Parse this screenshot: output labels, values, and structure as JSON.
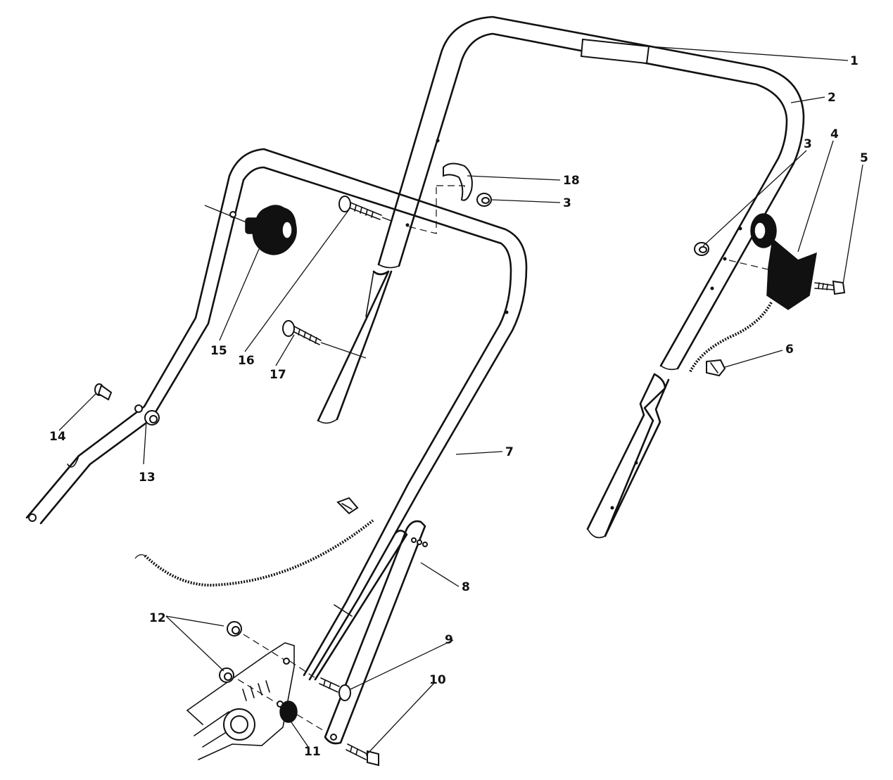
{
  "callouts": {
    "c1": "1",
    "c2": "2",
    "c3a": "3",
    "c3b": "3",
    "c4": "4",
    "c5": "5",
    "c6": "6",
    "c7": "7",
    "c8": "8",
    "c9": "9",
    "c10": "10",
    "c11": "11",
    "c12": "12",
    "c13": "13",
    "c14": "14",
    "c15": "15",
    "c16": "16",
    "c17": "17",
    "c18": "18"
  },
  "parts": [
    {
      "ref": "1",
      "icon": "grip-pad-icon"
    },
    {
      "ref": "2",
      "icon": "upper-handle-icon"
    },
    {
      "ref": "3",
      "icon": "nut-icon"
    },
    {
      "ref": "4",
      "icon": "throttle-control-icon"
    },
    {
      "ref": "5",
      "icon": "screw-icon"
    },
    {
      "ref": "6",
      "icon": "cable-clip-icon"
    },
    {
      "ref": "7",
      "icon": "lower-handle-icon"
    },
    {
      "ref": "8",
      "icon": "handle-brace-icon"
    },
    {
      "ref": "9",
      "icon": "bolt-icon"
    },
    {
      "ref": "10",
      "icon": "bolt-icon"
    },
    {
      "ref": "11",
      "icon": "bumper-icon"
    },
    {
      "ref": "12",
      "icon": "nut-icon"
    },
    {
      "ref": "13",
      "icon": "nut-icon"
    },
    {
      "ref": "14",
      "icon": "bolt-icon"
    },
    {
      "ref": "15",
      "icon": "knob-icon"
    },
    {
      "ref": "16",
      "icon": "carriage-bolt-icon"
    },
    {
      "ref": "17",
      "icon": "carriage-bolt-icon"
    },
    {
      "ref": "18",
      "icon": "cable-guide-icon"
    }
  ]
}
